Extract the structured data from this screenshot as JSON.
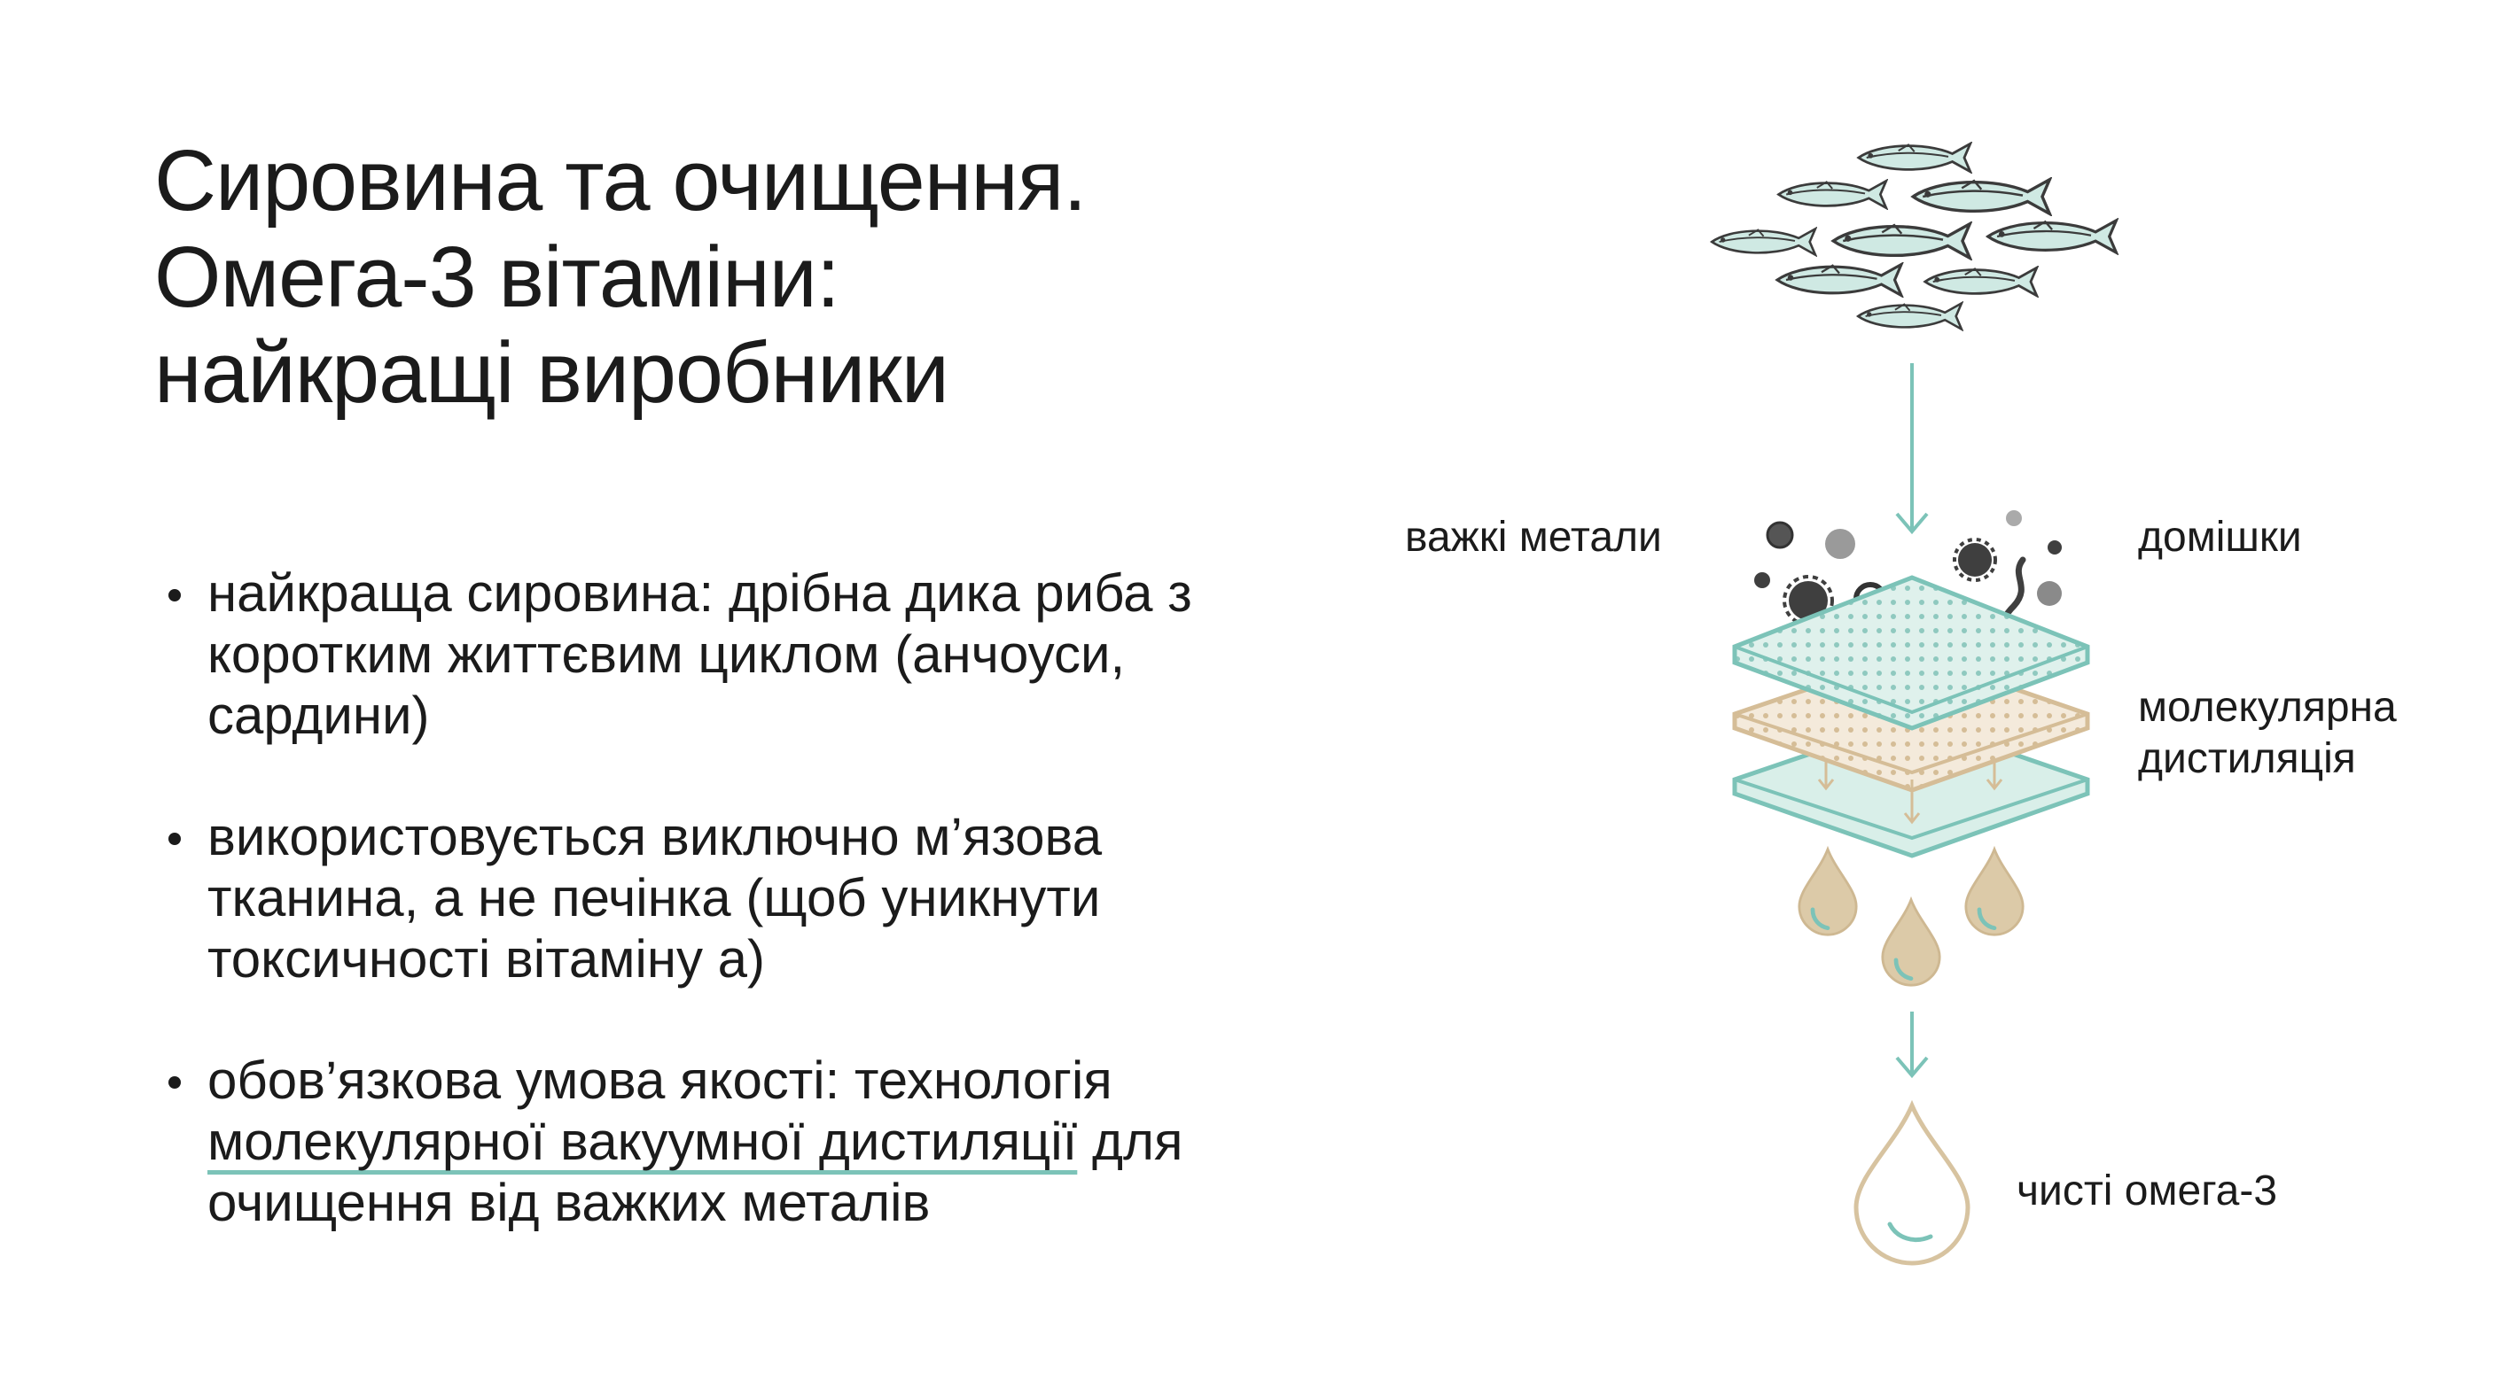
{
  "title": {
    "line1": "Сировина та очищення.",
    "line2": "Омега-3 вітаміни:",
    "line3": "найкращі виробники"
  },
  "bullets": [
    {
      "text": "найкраща сировина: дрібна дика риба з коротким життєвим циклом (анчоуси, сардини)"
    },
    {
      "text": "використовується виключно м’язова тканина, а не печінка (щоб уникнути токсичності вітаміну а)"
    },
    {
      "prefix": "обов’язкова умова якості: технологія ",
      "highlight": "молекулярної вакуумної дистиляції",
      "suffix": " для очищення від важких металів"
    }
  ],
  "diagram": {
    "label_heavy_metals": "важкі метали",
    "label_impurities": "домішки",
    "label_distillation_line1": "молекулярна",
    "label_distillation_line2": "дистиляція",
    "label_pure_omega": "чисті омега-3"
  },
  "colors": {
    "teal": "#7cc3b8",
    "teal_light": "#d8efea",
    "beige": "#d9c09a",
    "beige_light": "#f3e8d6",
    "particle_dark": "#4a4a4a",
    "particle_gray": "#9a9a9a"
  }
}
